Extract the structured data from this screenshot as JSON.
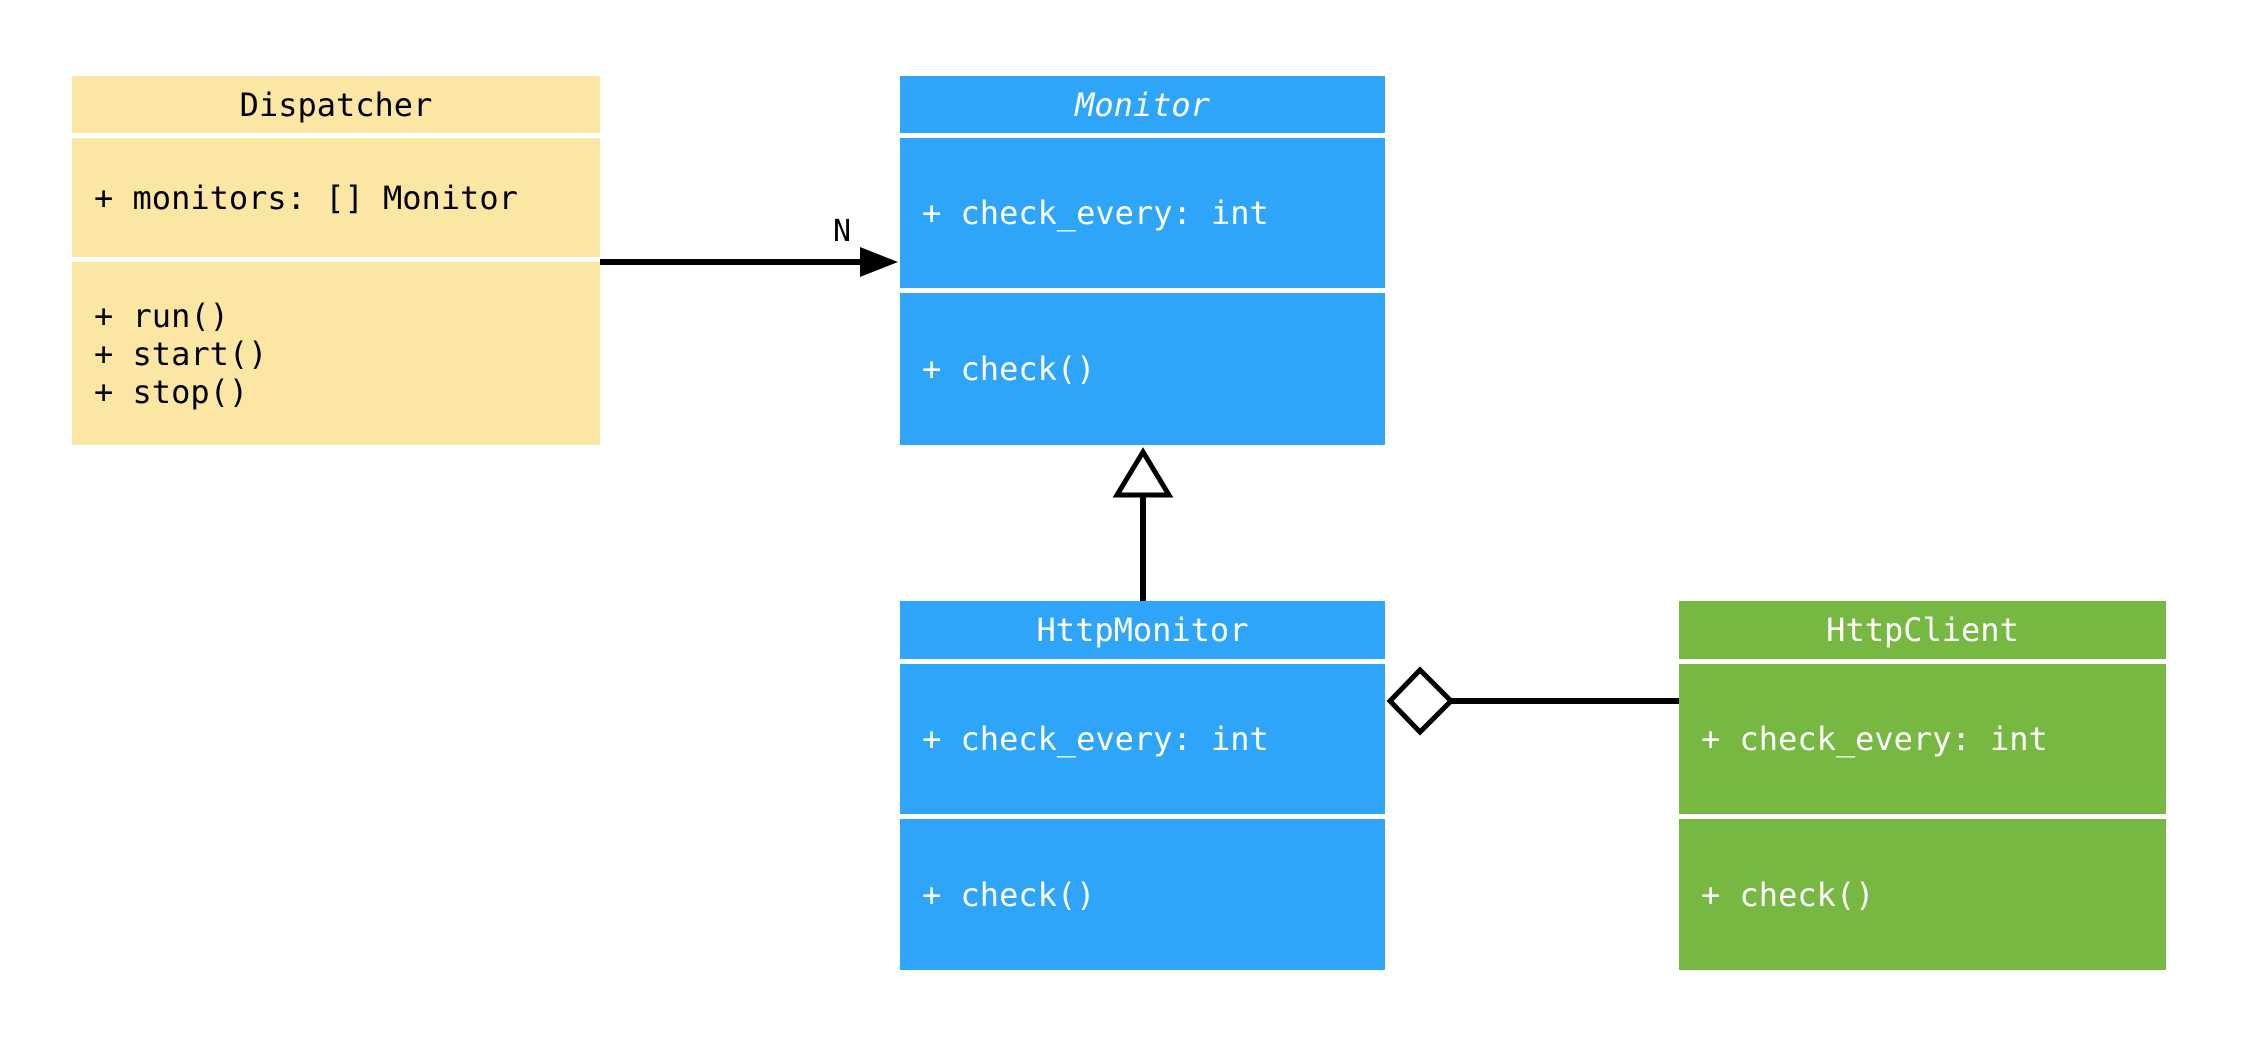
{
  "colors": {
    "background": "#FFFFFF",
    "class_yellow": "#FBE6A3",
    "class_blue": "#2EA5F8",
    "class_green": "#77B843",
    "connector": "#000000",
    "text_on_dark": "#FFFFFF",
    "text_on_light": "#000000"
  },
  "diagram": {
    "kind": "uml-class-diagram",
    "classes": [
      {
        "name": "Dispatcher",
        "abstract": false,
        "fill": "#FBE6A3",
        "text_color": "#000000",
        "attributes": [
          "+ monitors: [] Monitor"
        ],
        "methods": [
          "+ run()",
          "+ start()",
          "+ stop()"
        ]
      },
      {
        "name": "Monitor",
        "abstract": true,
        "fill": "#2EA5F8",
        "text_color": "#FFFFFF",
        "attributes": [
          "+ check_every: int"
        ],
        "methods": [
          "+ check()"
        ]
      },
      {
        "name": "HttpMonitor",
        "abstract": false,
        "fill": "#2EA5F8",
        "text_color": "#FFFFFF",
        "attributes": [
          "+ check_every: int"
        ],
        "methods": [
          "+ check()"
        ]
      },
      {
        "name": "HttpClient",
        "abstract": false,
        "fill": "#77B843",
        "text_color": "#FFFFFF",
        "attributes": [
          "+ check_every: int"
        ],
        "methods": [
          "+ check()"
        ]
      }
    ],
    "connections": [
      {
        "from": "Dispatcher",
        "to": "Monitor",
        "type": "association",
        "arrow": "filled-arrowhead",
        "label": "N"
      },
      {
        "from": "HttpMonitor",
        "to": "Monitor",
        "type": "inheritance",
        "arrow": "hollow-triangle",
        "label": ""
      },
      {
        "from": "HttpMonitor",
        "to": "HttpClient",
        "type": "aggregation",
        "arrow": "hollow-diamond",
        "label": ""
      }
    ]
  }
}
